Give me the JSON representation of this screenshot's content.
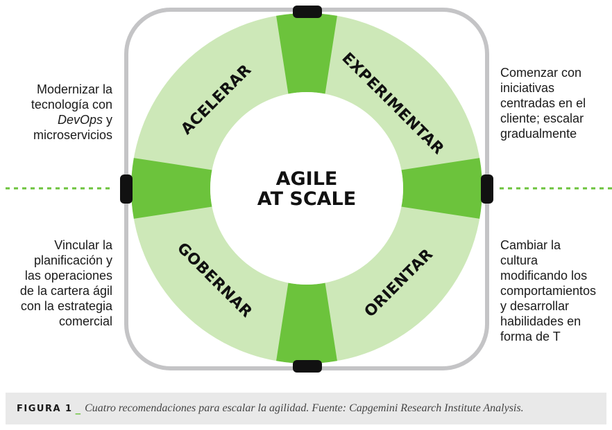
{
  "colors": {
    "light_green": "#cde8b8",
    "bright_green": "#6cc33c",
    "rope_gray": "#c4c4c6",
    "strap_black": "#111111",
    "caption_bg": "#e9e9e9"
  },
  "center": {
    "line1": "AGILE",
    "line2": "AT SCALE"
  },
  "segments": {
    "top_left": "ACELERAR",
    "top_right": "EXPERIMENTAR",
    "bottom_left": "GOBERNAR",
    "bottom_right": "ORIENTAR"
  },
  "notes": {
    "top_left": {
      "before": "Modernizar la\ntecnología con\n",
      "em": "DevOps",
      "after": " y\nmicroservicios"
    },
    "top_right": "Comenzar con\niniciativas\ncentradas en el\ncliente; escalar\ngradualmente",
    "bottom_left": "Vincular la\nplanificación y\nlas operaciones\nde la cartera ágil\ncon la estrategia\ncomercial",
    "bottom_right": "Cambiar la\ncultura\nmodificando los\ncomportamientos\ny desarrollar\nhabilidades en\nforma de T"
  },
  "caption": {
    "label": "FIGURA 1",
    "separator": "_",
    "text": "Cuatro recomendaciones para escalar la agilidad. Fuente: Capgemini Research Institute Analysis."
  }
}
